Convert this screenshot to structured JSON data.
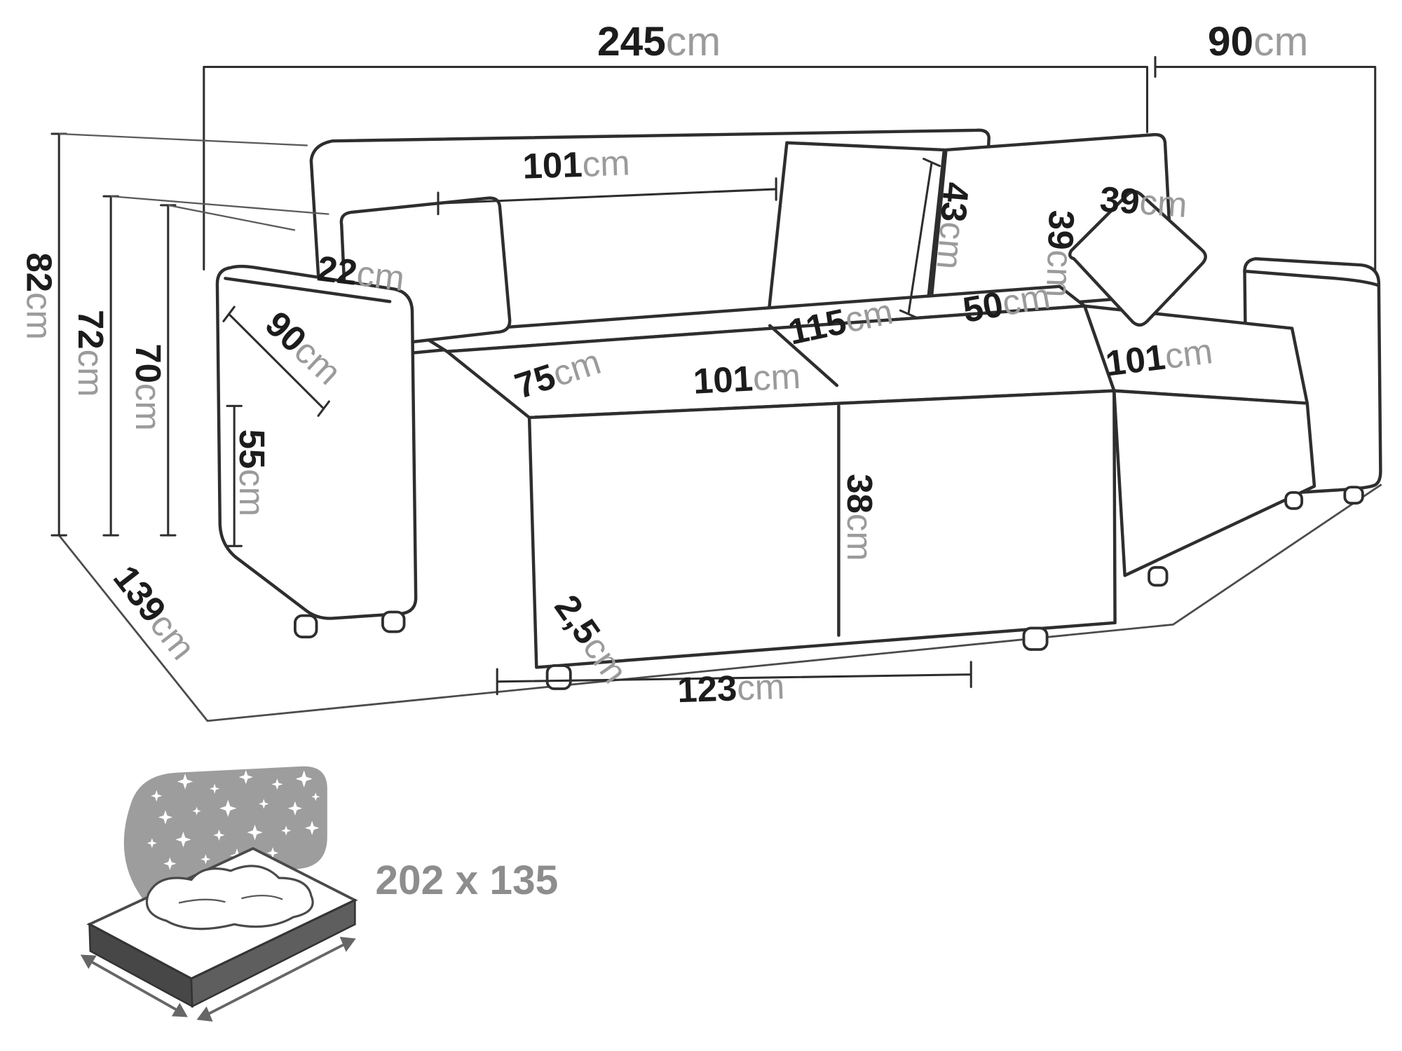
{
  "diagram": {
    "type": "furniture-dimension-drawing",
    "colors": {
      "line": "#2e2e2e",
      "digits": "#1c1c1c",
      "unit": "#9b9b9b",
      "icon_gray": "#8d8d8d"
    },
    "icons": {
      "sleep_function": "mattress-stars-icon"
    }
  },
  "dims": {
    "total_width": {
      "value": "245",
      "unit": "cm"
    },
    "top_depth": {
      "value": "90",
      "unit": "cm"
    },
    "height_total": {
      "value": "82",
      "unit": "cm"
    },
    "height_backrest": {
      "value": "72",
      "unit": "cm"
    },
    "height_armrest": {
      "value": "70",
      "unit": "cm"
    },
    "backrest_width": {
      "value": "101",
      "unit": "cm"
    },
    "back_cushion_height": {
      "value": "43",
      "unit": "cm"
    },
    "pillow_width": {
      "value": "39",
      "unit": "cm"
    },
    "pillow_height": {
      "value": "39",
      "unit": "cm"
    },
    "armrest_top_width": {
      "value": "22",
      "unit": "cm"
    },
    "armrest_depth": {
      "value": "90",
      "unit": "cm"
    },
    "armrest_front_height": {
      "value": "55",
      "unit": "cm"
    },
    "seat_width_left": {
      "value": "75",
      "unit": "cm"
    },
    "seat_front_width": {
      "value": "101",
      "unit": "cm"
    },
    "seat_diagonal": {
      "value": "115",
      "unit": "cm"
    },
    "chaise_seat_depth": {
      "value": "50",
      "unit": "cm"
    },
    "chaise_length": {
      "value": "101",
      "unit": "cm"
    },
    "seat_front_height": {
      "value": "38",
      "unit": "cm"
    },
    "leg_clearance": {
      "value": "2,5",
      "unit": "cm"
    },
    "bed_front_width": {
      "value": "123",
      "unit": "cm"
    },
    "floor_depth": {
      "value": "139",
      "unit": "cm"
    }
  },
  "sleeping_area": {
    "label": "202 x 135"
  }
}
